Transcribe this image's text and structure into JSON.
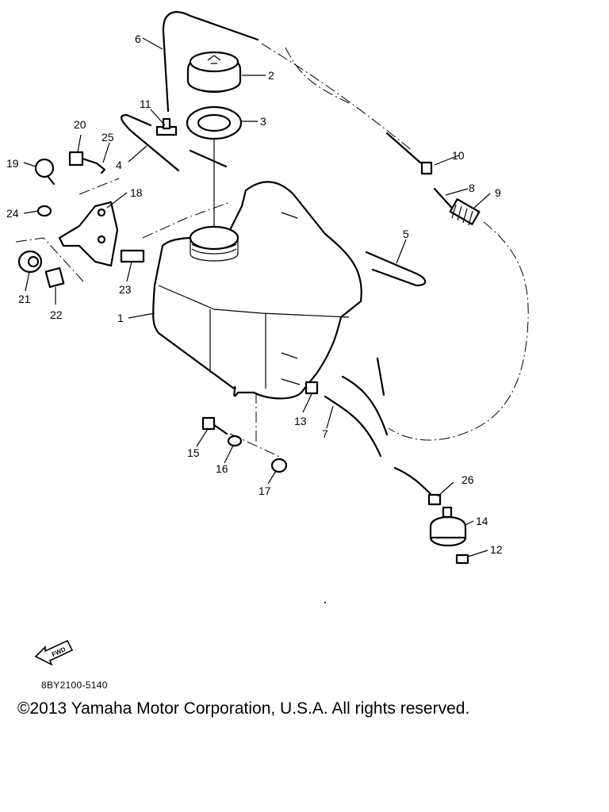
{
  "figure_code": "8BY2100-5140",
  "copyright": "©2013 Yamaha Motor Corporation, U.S.A. All rights reserved.",
  "fwd_label": "FWD",
  "callouts": [
    "1",
    "2",
    "3",
    "4",
    "5",
    "6",
    "7",
    "8",
    "9",
    "10",
    "11",
    "12",
    "13",
    "14",
    "15",
    "16",
    "17",
    "18",
    "19",
    "20",
    "21",
    "22",
    "23",
    "24",
    "25",
    "26"
  ]
}
